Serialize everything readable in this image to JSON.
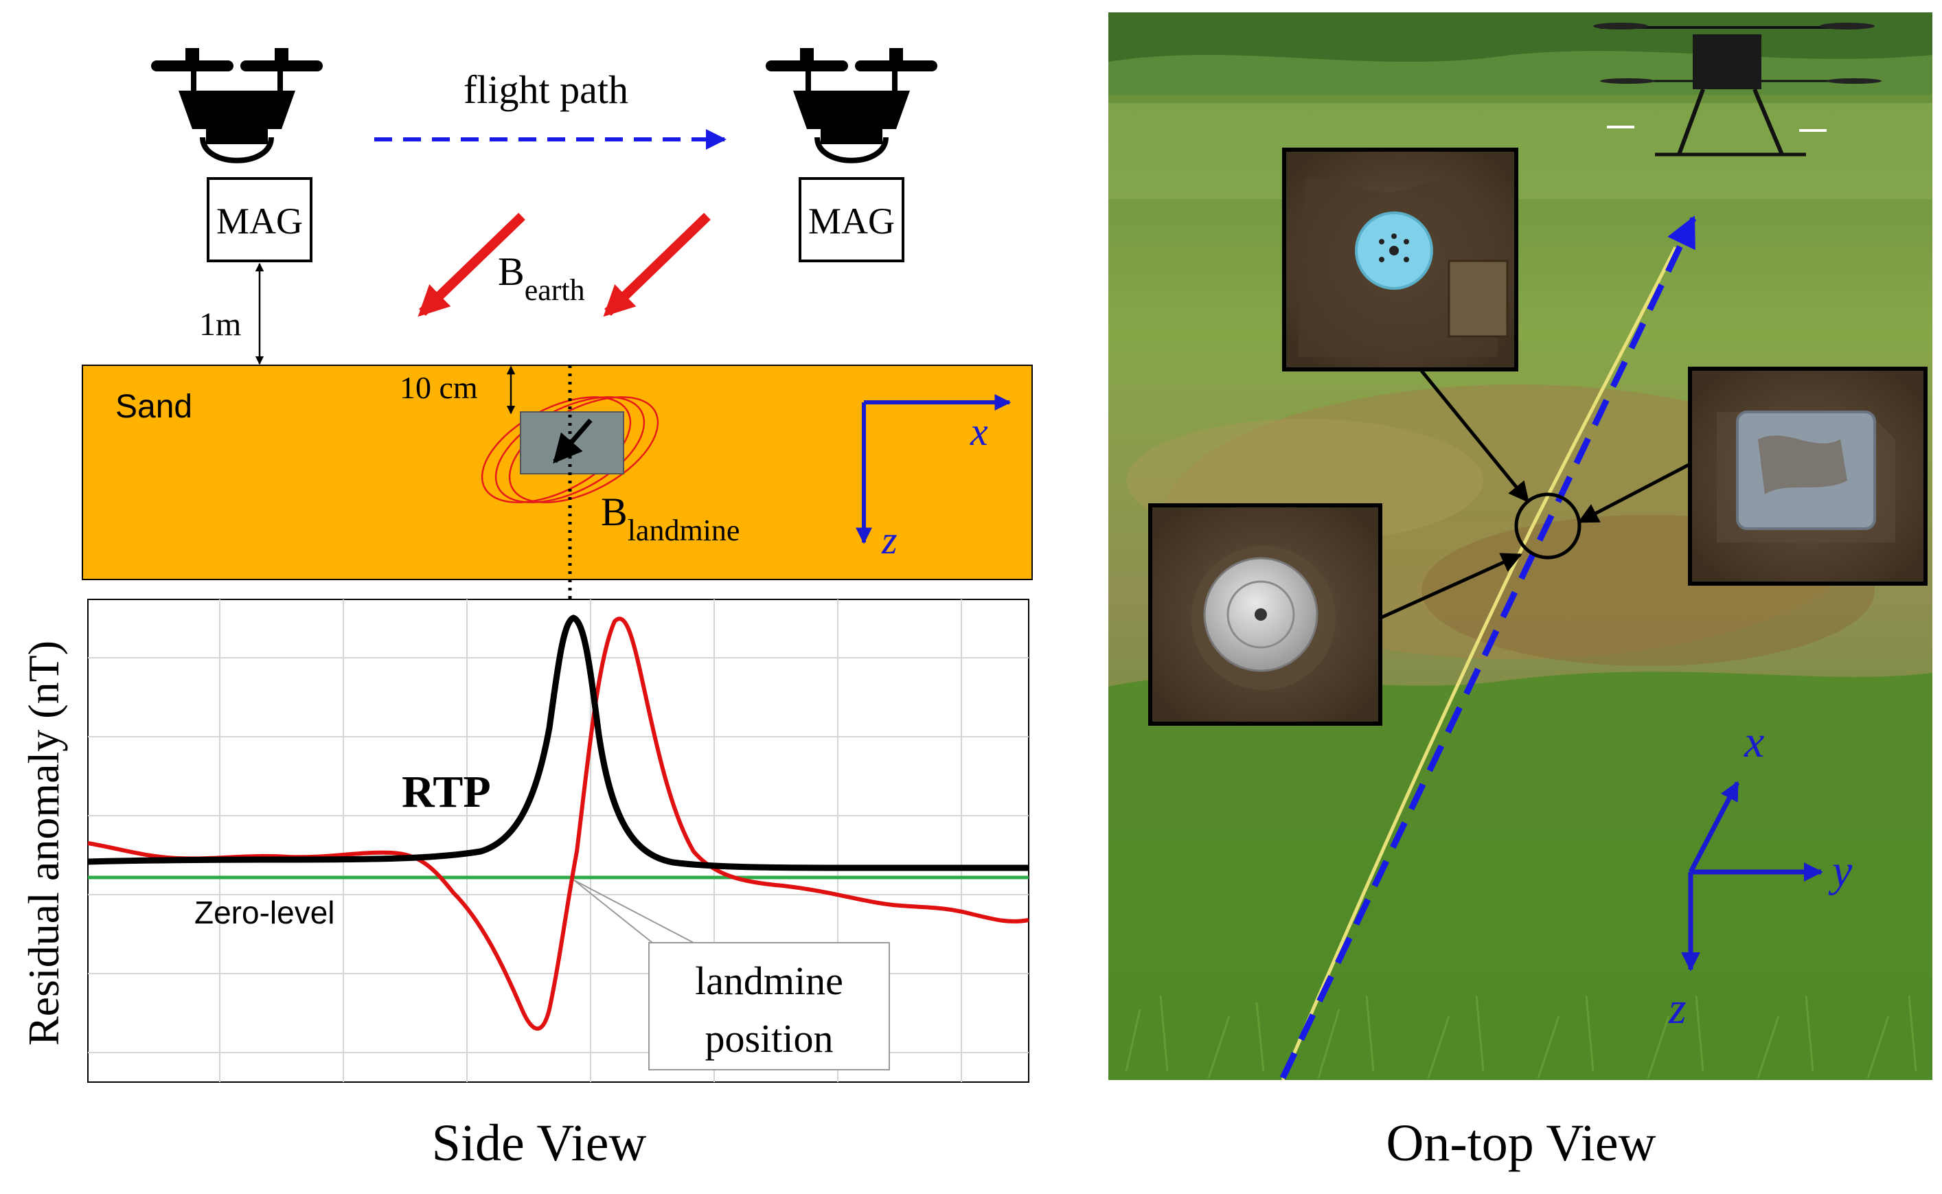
{
  "side_view": {
    "caption": "Side View",
    "flight_path_label": "flight path",
    "drone_left_label": "MAG",
    "drone_right_label": "MAG",
    "altitude_label": "1m",
    "b_earth_main": "B",
    "b_earth_sub": "earth",
    "sand_label": "Sand",
    "depth_label": "10 cm",
    "b_landmine_main": "B",
    "b_landmine_sub": "landmine",
    "axis_x_label": "x",
    "axis_z_label": "z",
    "plot": {
      "y_axis_label": "Residual anomaly (nT)",
      "rtp_label": "RTP",
      "zero_level_label": "Zero-level",
      "callout_line1": "landmine",
      "callout_line2": "position"
    }
  },
  "top_view": {
    "caption": "On-top View",
    "axis_x_label": "x",
    "axis_y_label": "y",
    "axis_z_label": "z"
  },
  "colors": {
    "sand": "#FFB300",
    "flight_path": "#1A1AE6",
    "b_earth_arrow": "#E61A1A",
    "rtp_curve": "#000000",
    "raw_curve": "#E01010",
    "zero_level": "#2EAA4A",
    "axis_blue": "#1A1AD0",
    "grass_dark": "#4E7A22",
    "grass_light": "#8FB34A"
  },
  "icons": [
    "drone-icon",
    "magnetometer-icon",
    "landmine-icon",
    "photo-inset"
  ]
}
